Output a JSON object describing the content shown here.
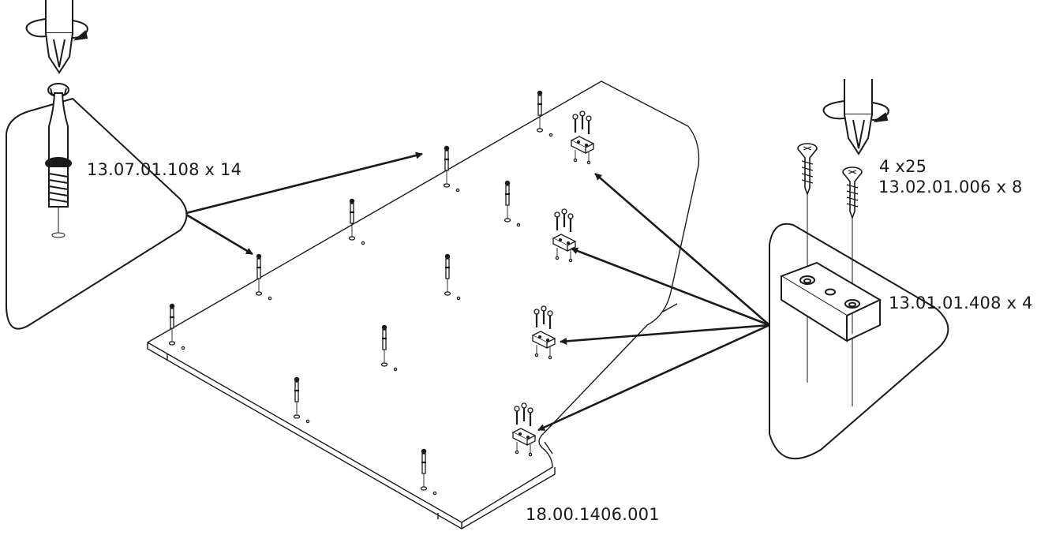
{
  "labels": {
    "connector": "13.07.01.108 x 14",
    "screw_size": "4 x25",
    "screw_code": "13.02.01.006 x 8",
    "block": "13.01.01.408 x 4",
    "panel": "18.00.1406.001"
  },
  "colors": {
    "line": "#1a1a1a",
    "background": "#ffffff"
  }
}
